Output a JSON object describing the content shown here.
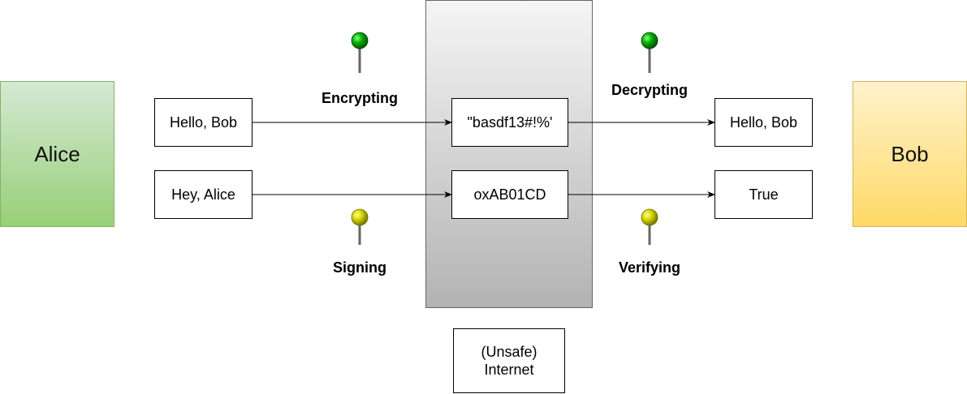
{
  "actors": {
    "alice": "Alice",
    "bob": "Bob"
  },
  "messages": {
    "alice_plain": "Hello, Bob",
    "alice_sign": "Hey, Alice",
    "cipher": "\"basdf13#!%'",
    "signature": "oxAB01CD",
    "bob_plain": "Hello, Bob",
    "verify_result": "True"
  },
  "operations": {
    "encrypting": "Encrypting",
    "decrypting": "Decrypting",
    "signing": "Signing",
    "verifying": "Verifying"
  },
  "internet": {
    "line1": "(Unsafe)",
    "line2": "Internet"
  },
  "colors": {
    "alice_top": "#d5e8d4",
    "alice_bottom": "#97d077",
    "bob_top": "#fff2cc",
    "bob_bottom": "#ffd966",
    "pin_encrypt": "#00a000",
    "pin_sign": "#d4d400"
  },
  "icons": {
    "encrypt_pin": "green-pin-icon",
    "sign_pin": "yellow-pin-icon"
  }
}
